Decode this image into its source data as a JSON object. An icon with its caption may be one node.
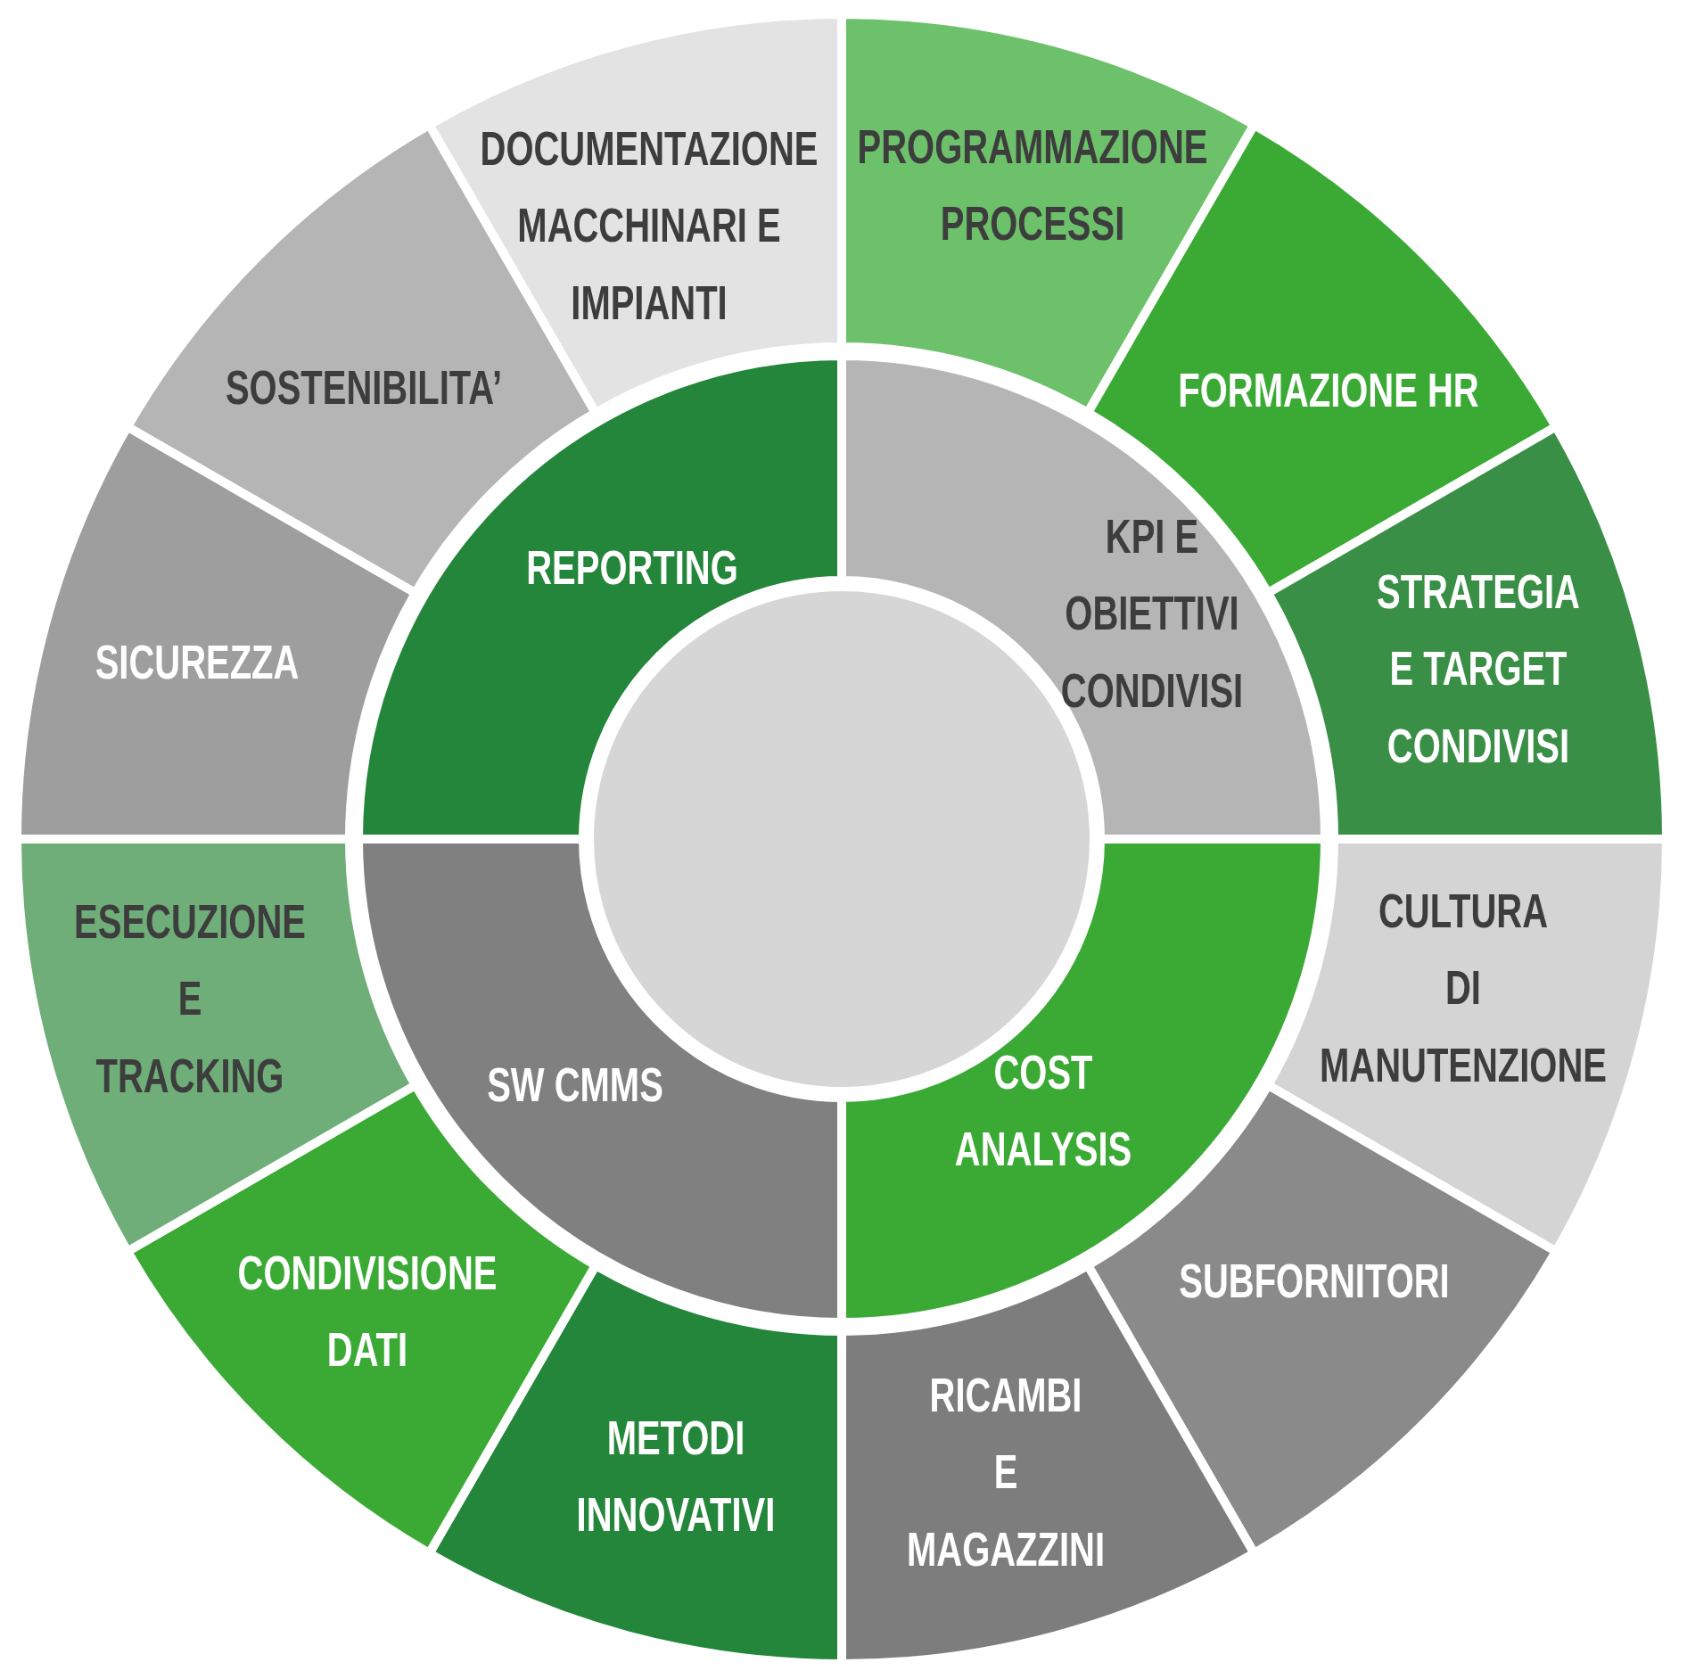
{
  "diagram": {
    "nodes": [
      {
        "text": [
          "PROGRAMMAZIONE PROCESSI"
        ]
      },
      {
        "text": [
          "FORMAZIONE HR"
        ]
      },
      {
        "text": [
          "STRATEGIA E TARGET CONDIVISI"
        ]
      },
      {
        "text": [
          "CULTURA DI MANUTENZIONE"
        ]
      },
      {
        "text": [
          "SUBFORNITORI"
        ]
      },
      {
        "text": [
          "RICAMBI E MAGAZZINI"
        ]
      },
      {
        "text": [
          "METODI INNOVATIVI"
        ]
      },
      {
        "text": [
          "CONDIVISIONE DATI"
        ]
      },
      {
        "text": [
          "ESECUZIONE E TRACKING"
        ]
      },
      {
        "text": [
          "SICUREZZA"
        ]
      },
      {
        "text": [
          "SOSTENIBILITA’"
        ]
      },
      {
        "text": [
          "DOCUMENTAZIONE MACCHINARI E IMPIANTI"
        ]
      },
      {
        "text": [
          "REPORTING"
        ]
      },
      {
        "text": [
          "KPI E OBIETTIVI CONDIVISI"
        ]
      },
      {
        "text": [
          "COST ANALYSIS"
        ]
      },
      {
        "text": [
          "SW CMMS"
        ]
      },
      {
        "text": [],
        "shape": "circle"
      }
    ]
  }
}
